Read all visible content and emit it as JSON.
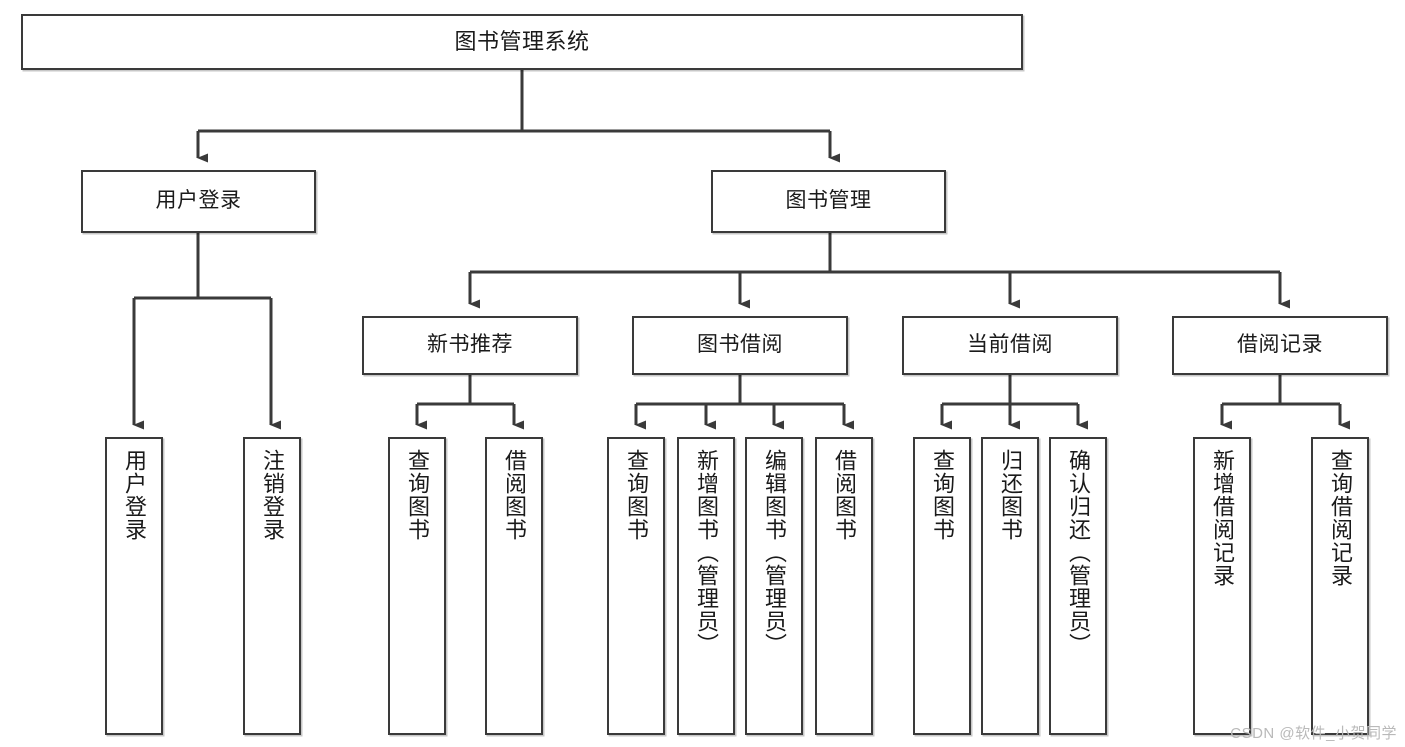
{
  "diagram": {
    "title": "图书管理系统",
    "watermark": "CSDN @软件_小贺同学",
    "line_color": "#3a3a3a",
    "box_fill": "#ffffff",
    "text_color": "#1a1a1a",
    "nodes": {
      "root": {
        "label": "图书管理系统"
      },
      "level2": [
        {
          "label": "用户登录"
        },
        {
          "label": "图书管理"
        }
      ],
      "level3": [
        {
          "label": "新书推荐"
        },
        {
          "label": "图书借阅"
        },
        {
          "label": "当前借阅"
        },
        {
          "label": "借阅记录"
        }
      ],
      "leaves": {
        "user_login": [
          {
            "label": "用户登录"
          },
          {
            "label": "注销登录"
          }
        ],
        "new_book_recommend": [
          {
            "label": "查询图书"
          },
          {
            "label": "借阅图书"
          }
        ],
        "book_borrow": [
          {
            "label": "查询图书"
          },
          {
            "label": "新增图书（管理员）"
          },
          {
            "label": "编辑图书（管理员）"
          },
          {
            "label": "借阅图书"
          }
        ],
        "current_borrow": [
          {
            "label": "查询图书"
          },
          {
            "label": "归还图书"
          },
          {
            "label": "确认归还（管理员）"
          }
        ],
        "borrow_record": [
          {
            "label": "新增借阅记录"
          },
          {
            "label": "查询借阅记录"
          }
        ]
      }
    }
  }
}
